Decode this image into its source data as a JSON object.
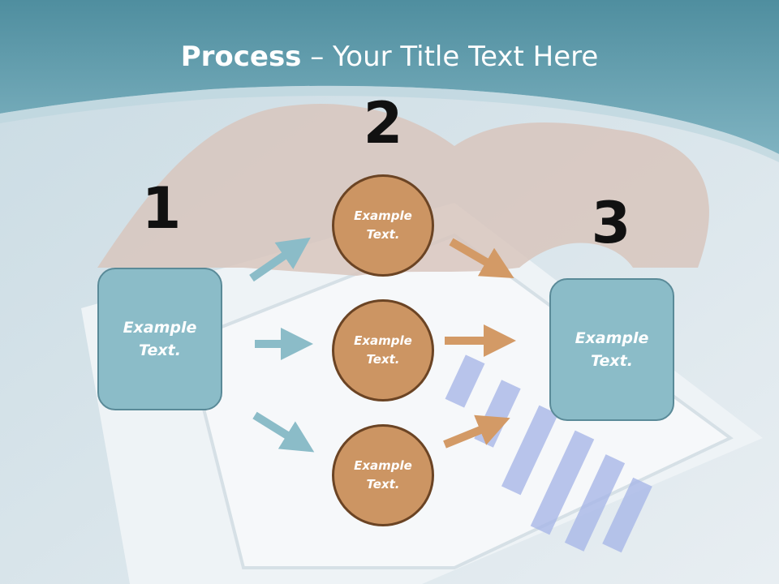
{
  "title": {
    "bold": "Process",
    "rest": " – Your Title Text Here"
  },
  "steps": [
    {
      "number": "1",
      "label": "Example Text."
    },
    {
      "number": "2",
      "labels": [
        "Example Text.",
        "Example Text.",
        "Example Text."
      ]
    },
    {
      "number": "3",
      "label": "Example Text."
    }
  ],
  "colors": {
    "box_fill": "#8bbcc8",
    "circle_fill": "#cc9563",
    "blue_arrow": "#8bbcc8",
    "orange_arrow": "#d39a66",
    "header": "#5f9aaa"
  }
}
